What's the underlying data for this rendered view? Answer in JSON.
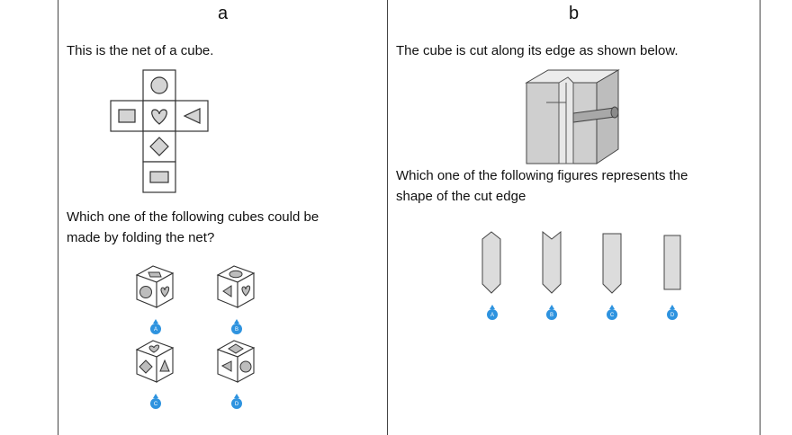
{
  "panel_a": {
    "header": "a",
    "intro": "This is the net of a cube.",
    "question_line1": "Which one of the following cubes could be",
    "question_line2": "made by folding the net?",
    "options": [
      "A",
      "B",
      "C",
      "D"
    ]
  },
  "panel_b": {
    "header": "b",
    "intro": "The cube is cut along its edge as shown below.",
    "question_line1": "Which one of the following figures represents the",
    "question_line2": "shape of the cut edge",
    "options": [
      "A",
      "B",
      "C",
      "D"
    ]
  },
  "colors": {
    "shape_fill": "#d4d4d4",
    "outline": "#333333",
    "option_pin": "#2e93df",
    "border": "#444444"
  }
}
